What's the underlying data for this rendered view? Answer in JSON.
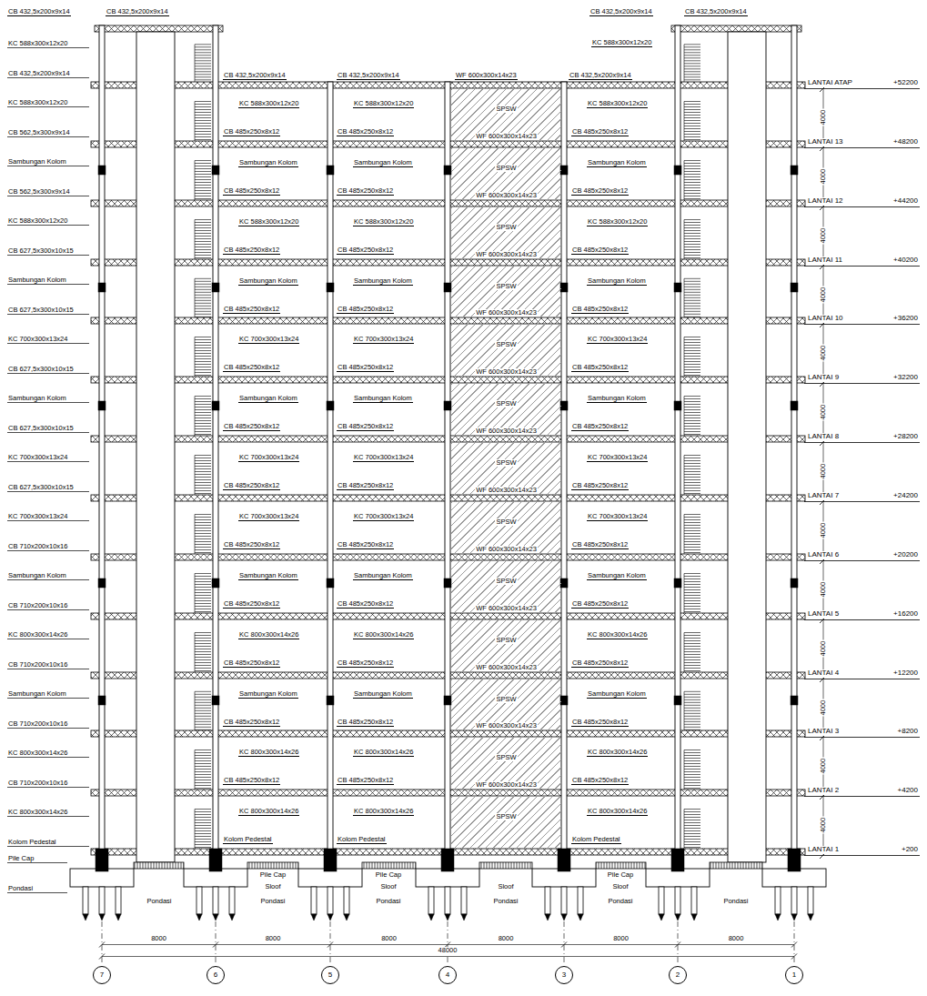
{
  "diagram": {
    "nodes": [
      {
        "text": [
          "SPSW",
          "WF 600x300x14x23"
        ]
      },
      {
        "text": [
          "SPSW",
          "WF 600x300x14x23"
        ]
      },
      {
        "text": [
          "SPSW",
          "WF 600x300x14x23"
        ]
      },
      {
        "text": [
          "SPSW",
          "WF 600x300x14x23"
        ]
      },
      {
        "text": [
          "SPSW",
          "WF 600x300x14x23"
        ]
      },
      {
        "text": [
          "SPSW",
          "WF 600x300x14x23"
        ]
      },
      {
        "text": [
          "SPSW",
          "WF 600x300x14x23"
        ]
      },
      {
        "text": [
          "SPSW",
          "WF 600x300x14x23"
        ]
      },
      {
        "text": [
          "SPSW",
          "WF 600x300x14x23"
        ]
      },
      {
        "text": [
          "SPSW",
          "WF 600x300x14x23"
        ]
      },
      {
        "text": [
          "SPSW",
          "WF 600x300x14x23"
        ]
      },
      {
        "text": [
          "SPSW",
          "WF 600x300x14x23"
        ]
      },
      {
        "text": [
          "SPSW"
        ]
      },
      {
        "text": [
          "7"
        ]
      },
      {
        "text": [
          "6"
        ]
      },
      {
        "text": [
          "5"
        ]
      },
      {
        "text": [
          "4"
        ]
      },
      {
        "text": [
          "3"
        ]
      },
      {
        "text": [
          "2"
        ]
      },
      {
        "text": [
          "1"
        ]
      }
    ],
    "labels": [
      "CB 432,5x200x9x14",
      "CB 432,5x200x9x14",
      "CB 432,5x200x9x14",
      "CB 432,5x200x9x14",
      "KC 588x300x12x20",
      "CB 432,5x200x9x14",
      "KC 588x300x12x20",
      "CB 562,5x300x9x14",
      "Sambungan Kolom",
      "CB 562,5x300x9x14",
      "KC 588x300x12x20",
      "CB 627,5x300x10x15",
      "Sambungan Kolom",
      "CB 627,5x300x10x15",
      "KC 700x300x13x24",
      "CB 627,5x300x10x15",
      "Sambungan Kolom",
      "CB 627,5x300x10x15",
      "KC 700x300x13x24",
      "CB 627,5x300x10x15",
      "KC 700x300x13x24",
      "CB 710x200x10x16",
      "Sambungan Kolom",
      "CB 710x200x10x16",
      "KC 800x300x14x26",
      "CB 710x200x10x16",
      "Sambungan Kolom",
      "CB 710x200x10x16",
      "KC 800x300x14x26",
      "CB 710x200x10x16",
      "KC 800x300x14x26",
      "Kolom Pedestal",
      "KC 588x300x12x20",
      "CB 432,5x200x9x14",
      "CB 432,5x200x9x14",
      "WF 600x300x14x23",
      "CB 432,5x200x9x14",
      "KC 588x300x12x20",
      "KC 588x300x12x20",
      "KC 588x300x12x20",
      "CB 485x250x8x12",
      "CB 485x250x8x12",
      "CB 485x250x8x12",
      "Sambungan Kolom",
      "Sambungan Kolom",
      "Sambungan Kolom",
      "CB 485x250x8x12",
      "CB 485x250x8x12",
      "CB 485x250x8x12",
      "KC 588x300x12x20",
      "KC 588x300x12x20",
      "KC 588x300x12x20",
      "CB 485x250x8x12",
      "CB 485x250x8x12",
      "CB 485x250x8x12",
      "Sambungan Kolom",
      "Sambungan Kolom",
      "Sambungan Kolom",
      "CB 485x250x8x12",
      "CB 485x250x8x12",
      "CB 485x250x8x12",
      "KC 700x300x13x24",
      "KC 700x300x13x24",
      "KC 700x300x13x24",
      "CB 485x250x8x12",
      "CB 485x250x8x12",
      "CB 485x250x8x12",
      "Sambungan Kolom",
      "Sambungan Kolom",
      "Sambungan Kolom",
      "CB 485x250x8x12",
      "CB 485x250x8x12",
      "CB 485x250x8x12",
      "KC 700x300x13x24",
      "KC 700x300x13x24",
      "KC 700x300x13x24",
      "CB 485x250x8x12",
      "CB 485x250x8x12",
      "CB 485x250x8x12",
      "KC 700x300x13x24",
      "KC 700x300x13x24",
      "KC 700x300x13x24",
      "CB 485x250x8x12",
      "CB 485x250x8x12",
      "CB 485x250x8x12",
      "Sambungan Kolom",
      "Sambungan Kolom",
      "Sambungan Kolom",
      "CB 485x250x8x12",
      "CB 485x250x8x12",
      "CB 485x250x8x12",
      "KC 800x300x14x26",
      "KC 800x300x14x26",
      "KC 800x300x14x26",
      "CB 485x250x8x12",
      "CB 485x250x8x12",
      "CB 485x250x8x12",
      "Sambungan Kolom",
      "Sambungan Kolom",
      "Sambungan Kolom",
      "CB 485x250x8x12",
      "CB 485x250x8x12",
      "CB 485x250x8x12",
      "KC 800x300x14x26",
      "KC 800x300x14x26",
      "KC 800x300x14x26",
      "CB 485x250x8x12",
      "CB 485x250x8x12",
      "CB 485x250x8x12",
      "KC 800x300x14x26",
      "KC 800x300x14x26",
      "KC 800x300x14x26",
      "Kolom Pedestal",
      "Kolom Pedestal",
      "Kolom Pedestal",
      "LANTAI ATAP",
      "+52200",
      "LANTAI 13",
      "+48200",
      "LANTAI 12",
      "+44200",
      "LANTAI 11",
      "+40200",
      "LANTAI 10",
      "+36200",
      "LANTAI 9",
      "+32200",
      "LANTAI 8",
      "+28200",
      "LANTAI 7",
      "+24200",
      "LANTAI 6",
      "+20200",
      "LANTAI 5",
      "+16200",
      "LANTAI 4",
      "+12200",
      "LANTAI 3",
      "+8200",
      "LANTAI 2",
      "+4200",
      "LANTAI 1",
      "+200",
      "4000",
      "4000",
      "4000",
      "4000",
      "4000",
      "4000",
      "4000",
      "4000",
      "4000",
      "4000",
      "4000",
      "4000",
      "4000",
      "Pile Cap",
      "Pile Cap",
      "Pile Cap",
      "Pile Cap",
      "Sloof",
      "Sloof",
      "Sloof",
      "Sloof",
      "Pondasi",
      "Pondasi",
      "Pondasi",
      "Pondasi",
      "Pondasi",
      "Pondasi",
      "Pondasi",
      "8000",
      "8000",
      "8000",
      "8000",
      "8000",
      "8000",
      "48000"
    ]
  }
}
